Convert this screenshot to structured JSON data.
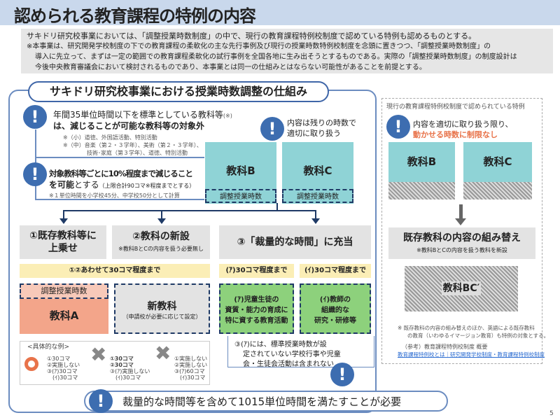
{
  "title": "認められる教育課程の特例の内容",
  "note": {
    "line1": "サキドリ研究校事業においては、「調整授業時数制度」の中で、現行の教育課程特例校制度で認めている特例も認めるものとする。",
    "line2": "※本事業は、研究開発学校制度の下での教育課程の柔軟化の主な先行事例及び現行の授業時数特例校制度を念頭に置きつつ、「調整授業時数制度」の",
    "line3": "導入に先立って、まずは一定の範囲での教育課程柔軟化の試行事例を全国各地に生み出そうとするものである。実際の「調整授業時数制度」の制度設計は",
    "line4": "今後中央教育審議会において検討されるものであり、本事業とは同一の仕組みとはならない可能性があることを前提とする。"
  },
  "left": {
    "heading": "サキドリ研究校事業における授業時数調整の仕組み",
    "warn1": {
      "line1": "年間35単位時間以下を標準としている教科等",
      "mark": "(※)",
      "line2": "は、減じることが可能な教科等の対象外",
      "n1": "※（小）道徳、外国語活動、特別活動",
      "n2": "※（中）音楽（第２・３学年）、美術（第２・３学年）、",
      "n3": "技術･家庭（第３学年）、道徳、特別活動"
    },
    "warn2": {
      "line1": "対象教科等ごとに10%程度まで減じること",
      "line2a": "を可能",
      "line2b": "とする",
      "line2c": "（上限合計90コマ※程度までとする）",
      "n1": "※１単位時間を小学校45分、中学校50分として計算"
    },
    "warn3": {
      "line1": "内容は残りの時数で",
      "line2": "適切に取り扱う"
    },
    "subjB": "教科B",
    "subjC": "教科C",
    "adjusted": "調整授業時数",
    "opt1": {
      "line1": "①既存教科等に",
      "line2": "上乗せ"
    },
    "opt2": {
      "line1": "②教科の新設",
      "sub": "※教科BとCの内容を扱う必要無し"
    },
    "opt3": "③「裁量的な時間」に充当",
    "band12": "①②あわせて30コマ程度まで",
    "bandA": "(ｱ)30コマ程度まで",
    "bandI": "(ｲ)30コマ程度まで",
    "subjA": "教科A",
    "newSubj": "新教科",
    "newSubjSub": "（申請校が必要に応じて設定）",
    "actA": {
      "l1": "(ｱ)児童生徒の",
      "l2": "資質・能力の育成に",
      "l3": "特に資する教育活動"
    },
    "actI": {
      "l1": "(ｲ)教師の",
      "l2": "組織的な",
      "l3": "研究・研修等"
    },
    "examples": {
      "label": "<具体的な例>",
      "ex1": [
        "①30コマ",
        "②実施しない",
        "③(ｱ)30コマ",
        "(ｲ)30コマ"
      ],
      "ex2": [
        "①30コマ",
        "②30コマ",
        "③(ｱ)実施しない",
        "(ｲ)30コマ"
      ],
      "ex3": [
        "①実施しない",
        "②実施しない",
        "③(ｱ)60コマ",
        "(ｲ)30コマ"
      ]
    },
    "note3": [
      "③(ｱ)には、標準授業時数が設",
      "定されていない学校行事や児童",
      "会・生徒会活動は含まれない"
    ],
    "bottom": "裁量的な時間等を含めて1015単位時間を満たすことが必要"
  },
  "right": {
    "heading": "現行の教育課程特例校制度で認められている特例",
    "warn": {
      "line1": "内容を適切に取り扱う限り、",
      "line2": "動かせる時数に制限なし"
    },
    "subjB": "教科B",
    "subjC": "教科C",
    "rearrange": "既存教科の内容の組み替え",
    "rearrangeSub": "※教科BとCの内容を扱う教科を新設",
    "subjBC": "教科BC′",
    "note1": "※ 既存教科の内容の組み替えのほか、英語による既存教科",
    "note2": "の教育（いわゆるイマージョン教育）も特例の対象とする。",
    "ref": "（参考）教育課程特例校制度 概要",
    "link": "教育課程特例校とは｜研究開発学校制度・教育課程特例校制度"
  },
  "page": "5",
  "colors": {
    "blue": "#3d6db0",
    "teal": "#8fd3d6",
    "yellow": "#fbeeb6",
    "salmon": "#f3a58a",
    "green": "#8dd17c",
    "orange": "#e8734a"
  }
}
